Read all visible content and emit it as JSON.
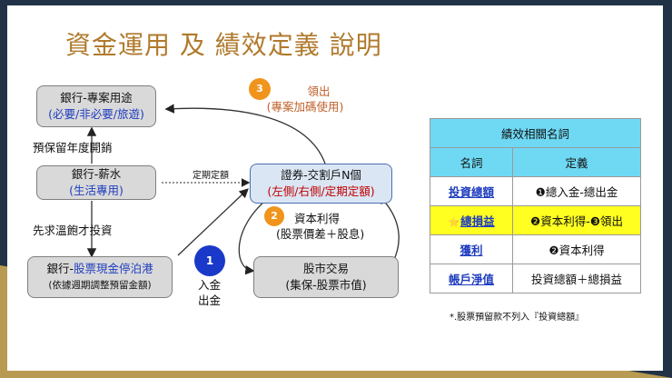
{
  "title": "資金運用 及 績效定義 說明",
  "boxes": {
    "bank_special": {
      "line1": "銀行-專案用途",
      "line2": "(必要/非必要/旅遊)"
    },
    "bank_salary": {
      "line1": "銀行-薪水",
      "line2": "(生活專用)"
    },
    "bank_parking_prefix": "銀行-",
    "bank_parking_link": "股票現金停泊港",
    "bank_parking_sub": "(依據週期調整預留金額)",
    "securities_line1": "證券-交割戶N個",
    "securities_line2": "(左側/右側/定期定額)",
    "market": {
      "line1": "股市交易",
      "line2": "(集保-股票市值)"
    }
  },
  "labels": {
    "reserve_year": "預保留年度開銷",
    "save_then_invest": "先求溫飽才投資",
    "regular_fixed": "定期定額",
    "withdraw": "領出",
    "withdraw_sub": "(專案加碼使用)",
    "capital_gain": "資本利得",
    "capital_gain_sub": "(股票價差＋股息)",
    "deposit_in": "入金",
    "deposit_out": "出金"
  },
  "circles": {
    "c1": "1",
    "c2": "2",
    "c3": "3"
  },
  "legend": {
    "title": "績效相關名詞",
    "col_term": "名詞",
    "col_def": "定義",
    "rows": [
      {
        "term": "投資總額",
        "def": "❶總入金-總出金"
      },
      {
        "term": "總損益",
        "def": "❷資本利得-❸領出",
        "star": "⭐"
      },
      {
        "term": "獲利",
        "def": "❷資本利得"
      },
      {
        "term": "帳戶淨值",
        "def": "投資總額＋總損益"
      }
    ]
  },
  "note": "*.股票預留款不列入『投資總額』",
  "colors": {
    "title": "#b07a2c",
    "accent_blue": "#1f3dbf",
    "accent_red": "#c00000",
    "orange": "#f0941c",
    "header_cyan": "#6fd9f4",
    "highlight_yellow": "#ffff20"
  }
}
